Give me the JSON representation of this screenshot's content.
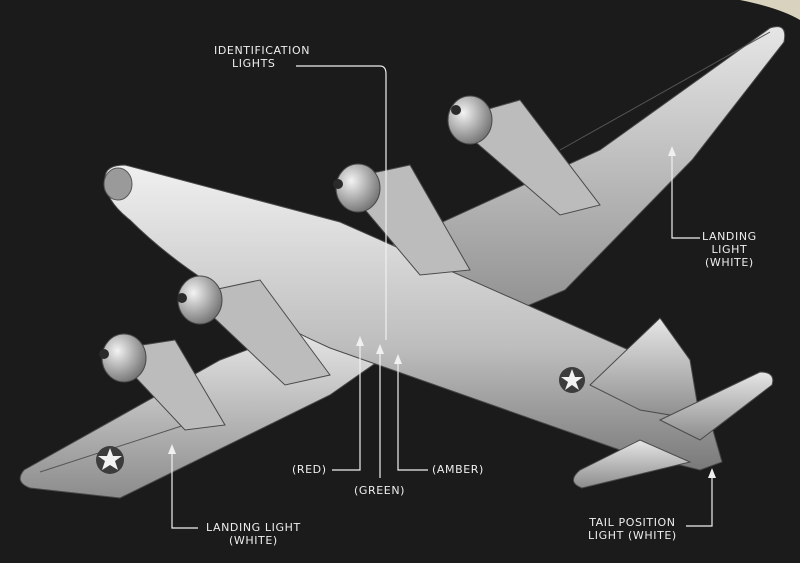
{
  "labels": {
    "identification": [
      "IDENTIFICATION",
      "LIGHTS"
    ],
    "landing_right": [
      "LANDING",
      "LIGHT",
      "(WHITE)"
    ],
    "red": "(RED)",
    "green": "(GREEN)",
    "amber": "(AMBER)",
    "landing_left": [
      "LANDING LIGHT",
      "(WHITE)"
    ],
    "tail": [
      "TAIL POSITION",
      "LIGHT (WHITE)"
    ]
  },
  "colors": {
    "background": "#1b1b1b",
    "paper": "#d9d2bf",
    "aircraft": "#cfcfcf",
    "leader": "#f0f0f0"
  }
}
